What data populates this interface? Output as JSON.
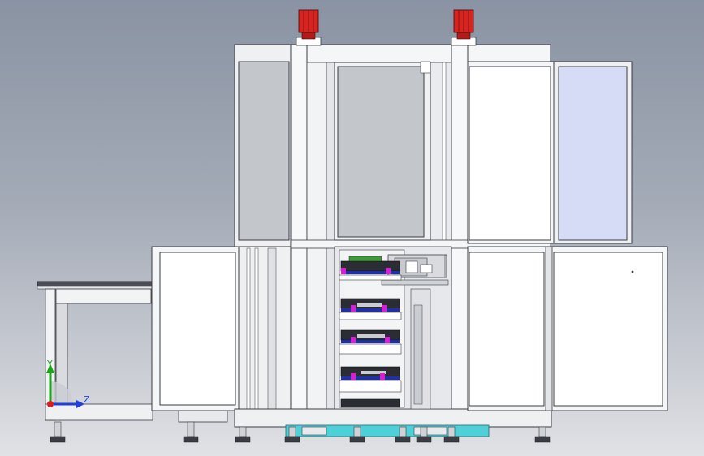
{
  "viewport": {
    "background": "gradient-grey",
    "triad": {
      "y_label": "Y",
      "z_label": "Z"
    }
  },
  "colors": {
    "motor_red": "#d8231f",
    "frame_white": "#f5f6f8",
    "panel_grey": "#c3c7cc",
    "panel_blue": "#d6dcf6",
    "edge": "#3a3d44",
    "tray_blue": "#1f2fa6",
    "tray_magenta": "#d61fd6",
    "pcb_green": "#3f9a3a",
    "foot_cyan": "#4fd0d8",
    "axis_y": "#19a619",
    "axis_z": "#1f3fd8",
    "axis_x": "#d81f1f"
  },
  "icons": [
    "motor-icon",
    "leveling-foot-icon",
    "coordinate-triad-icon"
  ]
}
